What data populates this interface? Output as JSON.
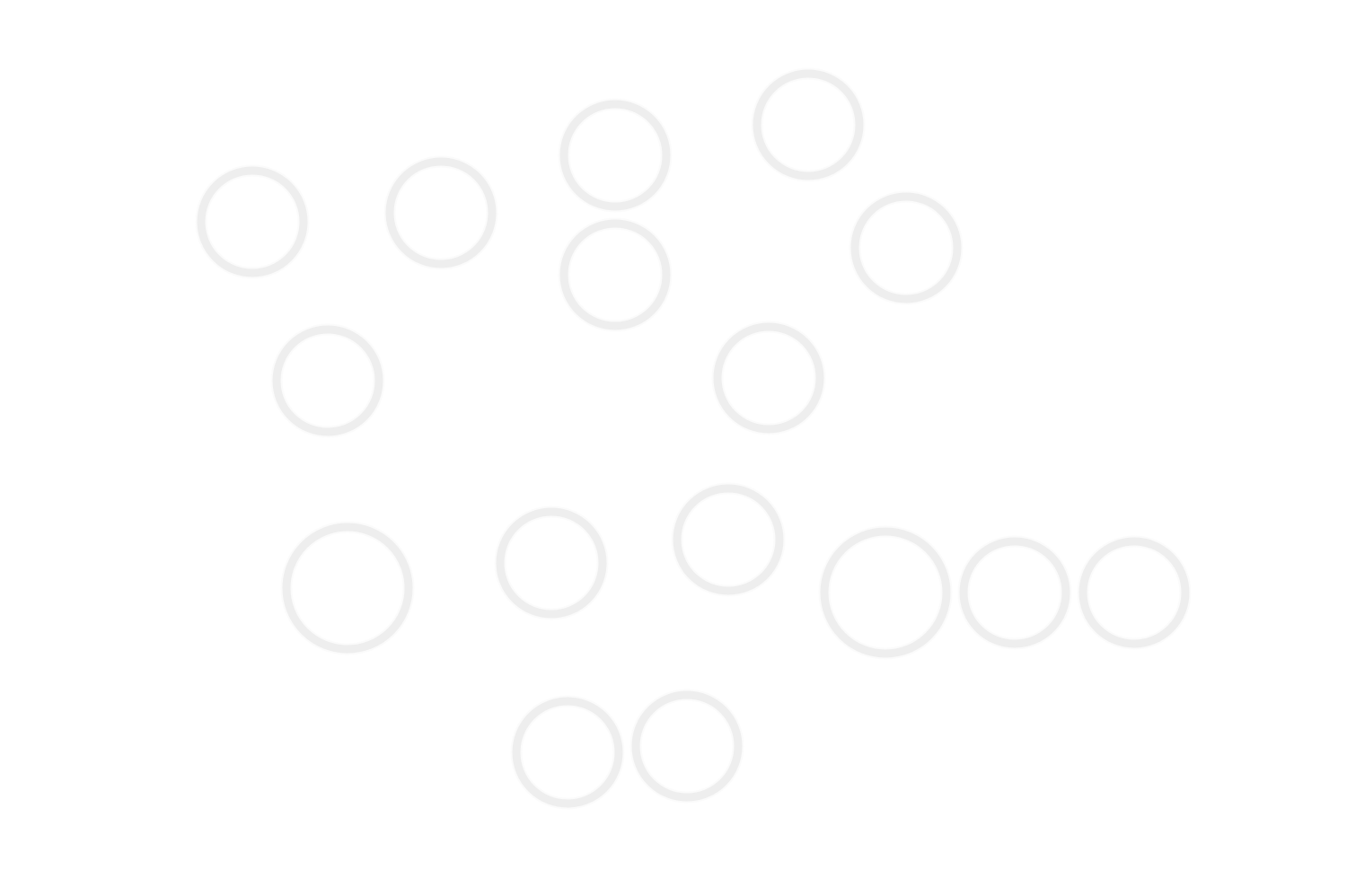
{
  "background_color": "#ffffff",
  "ring_color": "#eeeeee",
  "ring_halo_color": "#f4f4f4",
  "rings": [
    {
      "name": "ring-1"
    },
    {
      "name": "ring-2"
    },
    {
      "name": "ring-3"
    },
    {
      "name": "ring-4"
    },
    {
      "name": "ring-5"
    },
    {
      "name": "ring-6"
    },
    {
      "name": "ring-7"
    },
    {
      "name": "ring-8"
    },
    {
      "name": "ring-9"
    },
    {
      "name": "ring-10"
    },
    {
      "name": "ring-11"
    },
    {
      "name": "ring-12"
    },
    {
      "name": "ring-13"
    },
    {
      "name": "ring-14"
    },
    {
      "name": "ring-15"
    },
    {
      "name": "ring-16"
    }
  ]
}
